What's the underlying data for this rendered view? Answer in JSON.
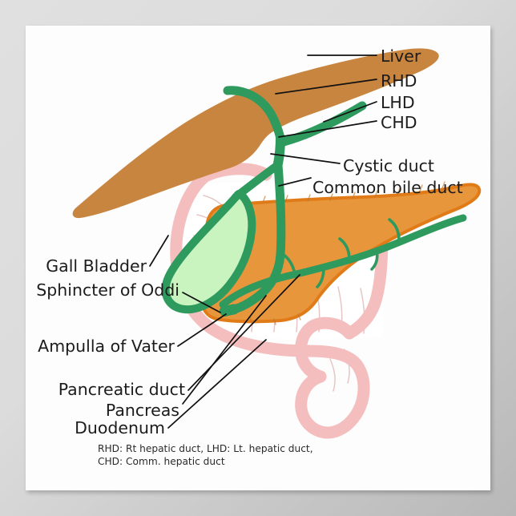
{
  "poster": {
    "title": "Biliary System and Pancreas Anatomy Diagram",
    "background_color": "#dcdcdc",
    "sheet_color": "#fdfdfd"
  },
  "labels": {
    "liver": "Liver",
    "rhd": "RHD",
    "lhd": "LHD",
    "chd": "CHD",
    "cystic_duct": "Cystic duct",
    "common_bile_duct": "Common bile duct",
    "gall_bladder": "Gall Bladder",
    "sphincter_of_oddi": "Sphincter of Oddi",
    "ampulla_of_vater": "Ampulla of Vater",
    "pancreatic_duct": "Pancreatic duct",
    "pancreas": "Pancreas",
    "duodenum": "Duodenum"
  },
  "footnote": {
    "line1": "RHD: Rt hepatic duct, LHD: Lt. hepatic duct,",
    "line2": "CHD: Comm. hepatic duct"
  },
  "colors": {
    "liver": "#C8853F",
    "gallbladder_fill": "#C9F4C0",
    "duct_green": "#2E9A5E",
    "pancreas": "#E8963C",
    "pancreas_edge": "#E07B18",
    "duodenum_wall": "#F4BEBE",
    "duodenum_lumen": "#FFFFFF",
    "leader_line": "#111111",
    "text": "#1c1c1c"
  },
  "structures": [
    {
      "name": "liver",
      "color": "#C8853F",
      "label": "Liver"
    },
    {
      "name": "right-hepatic-duct",
      "color": "#2E9A5E",
      "label": "RHD"
    },
    {
      "name": "left-hepatic-duct",
      "color": "#2E9A5E",
      "label": "LHD"
    },
    {
      "name": "common-hepatic-duct",
      "color": "#2E9A5E",
      "label": "CHD"
    },
    {
      "name": "cystic-duct",
      "color": "#2E9A5E",
      "label": "Cystic duct"
    },
    {
      "name": "common-bile-duct",
      "color": "#2E9A5E",
      "label": "Common bile duct"
    },
    {
      "name": "gall-bladder",
      "color": "#C9F4C0",
      "label": "Gall Bladder"
    },
    {
      "name": "sphincter-of-oddi",
      "color": "#2E9A5E",
      "label": "Sphincter of Oddi"
    },
    {
      "name": "ampulla-of-vater",
      "color": "#2E9A5E",
      "label": "Ampulla of Vater"
    },
    {
      "name": "pancreatic-duct",
      "color": "#2E9A5E",
      "label": "Pancreatic duct"
    },
    {
      "name": "pancreas",
      "color": "#E8963C",
      "label": "Pancreas"
    },
    {
      "name": "duodenum",
      "color": "#F4BEBE",
      "label": "Duodenum"
    }
  ]
}
